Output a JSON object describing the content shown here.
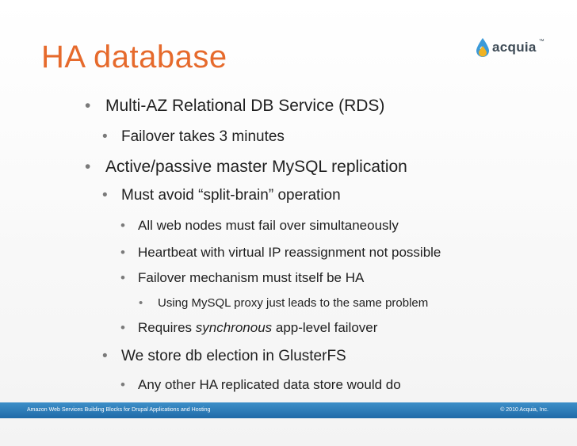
{
  "slide": {
    "title": "HA database",
    "logo_text": "acquia",
    "logo_mark": "™",
    "bullets": [
      {
        "text": "Multi-AZ Relational DB Service (RDS)"
      },
      {
        "text": "Failover takes 3 minutes"
      },
      {
        "text": "Active/passive master MySQL replication"
      },
      {
        "text": "Must avoid “split-brain” operation"
      },
      {
        "text": "All web nodes must fail over simultaneously"
      },
      {
        "text": "Heartbeat with virtual IP reassignment not possible"
      },
      {
        "text": "Failover mechanism must itself be HA"
      },
      {
        "text": "Using MySQL proxy just leads to the same problem"
      },
      {
        "pre": "Requires ",
        "em": "synchronous",
        "post": " app-level failover"
      },
      {
        "text": "We store db election in GlusterFS"
      },
      {
        "text": "Any other HA replicated data store would do"
      }
    ],
    "bullet_glyph": "•",
    "footer_left": "Amazon Web Services Building Blocks for Drupal Applications and Hosting",
    "footer_right": "© 2010 Acquia, Inc.",
    "colors": {
      "title": "#e66a2c",
      "footer_bar": "#2a7ab8",
      "logo_drop_blue": "#3b9ad9",
      "logo_drop_yellow": "#f0b323"
    }
  }
}
